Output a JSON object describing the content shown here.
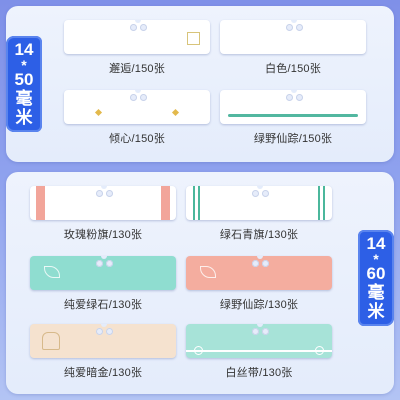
{
  "sections": {
    "top": {
      "size_lines": [
        "14",
        "*",
        "50",
        "毫",
        "米"
      ],
      "items": [
        {
          "caption": "邂逅/150张",
          "style": "plain-square"
        },
        {
          "caption": "白色/150张",
          "style": "plain"
        },
        {
          "caption": "倾心/150张",
          "style": "hearts"
        },
        {
          "caption": "绿野仙踪/150张",
          "style": "green-stripe"
        }
      ]
    },
    "bottom": {
      "size_lines": [
        "14",
        "*",
        "60",
        "毫",
        "米"
      ],
      "items": [
        {
          "caption": "玫瑰粉旗/130张",
          "style": "pink-flag"
        },
        {
          "caption": "绿石青旗/130张",
          "style": "green-flag"
        },
        {
          "caption": "纯爱绿石/130张",
          "style": "teal-leaf"
        },
        {
          "caption": "绿野仙踪/130张",
          "style": "salmon-leaf"
        },
        {
          "caption": "纯爱暗金/130张",
          "style": "beige-deer"
        },
        {
          "caption": "白丝带/130张",
          "style": "teal-ribbon"
        }
      ]
    }
  },
  "colors": {
    "background": "#8fa2ee",
    "panel": "#e9effc",
    "size_badge": "#2d5fe6",
    "pink": "#f2a59a",
    "green": "#4bb79c",
    "teal": "#8fddd0",
    "salmon": "#f4ad9f",
    "beige": "#f5e2cf"
  }
}
